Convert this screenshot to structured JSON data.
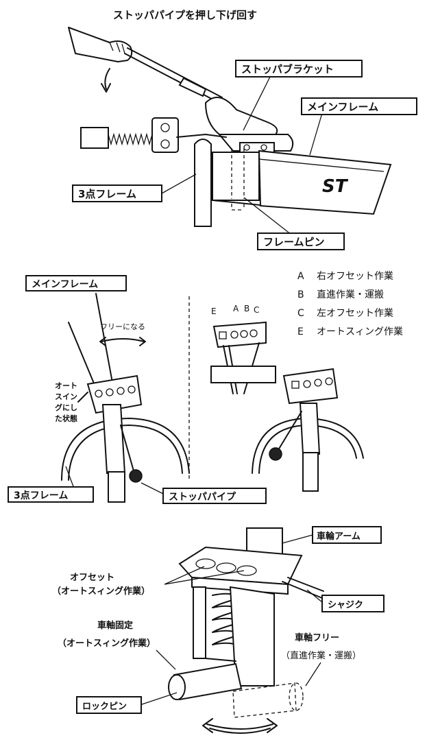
{
  "top": {
    "title": "ストッパパイプを押し下げ回す",
    "label_stopper_bracket": "ストッパブラケット",
    "label_main_frame": "メインフレーム",
    "label_3pt_frame": "3点フレーム",
    "label_frame_pin": "フレームピン",
    "logo_text": "ST"
  },
  "middle": {
    "label_main_frame": "メインフレーム",
    "free_text": "フリーになる",
    "auto_swing_state": [
      "オート",
      "スイン",
      "グにし",
      "た状態"
    ],
    "label_3pt_frame": "3点フレーム",
    "label_stopper_pipe": "ストッパパイプ",
    "legend": [
      {
        "key": "A",
        "text": "右オフセット作業"
      },
      {
        "key": "B",
        "text": "直進作業・運搬"
      },
      {
        "key": "C",
        "text": "左オフセット作業"
      },
      {
        "key": "E",
        "text": "オートスィング作業"
      }
    ],
    "hole_letters": [
      "E",
      "A",
      "B",
      "C"
    ]
  },
  "bottom": {
    "label_wheel_arm": "車輪アーム",
    "offset_line1": "オフセット",
    "offset_line2": "（オートスィング作業）",
    "label_shajiku": "シャジク",
    "axle_fixed_line1": "車軸固定",
    "axle_fixed_line2": "（オートスィング作業）",
    "axle_free_line1": "車軸フリー",
    "axle_free_line2": "（直進作業・運搬）",
    "label_lock_pin": "ロックピン"
  }
}
